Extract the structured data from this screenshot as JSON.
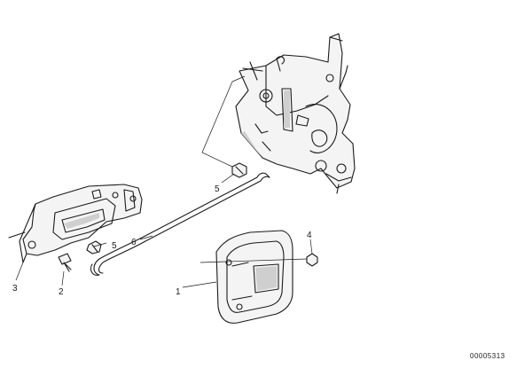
{
  "diagram": {
    "callouts": {
      "c1": "1",
      "c2": "2",
      "c3": "3",
      "c4": "4",
      "c5_upper": "5",
      "c5_lower": "5",
      "c6": "6"
    },
    "reference_number": "00005313"
  }
}
